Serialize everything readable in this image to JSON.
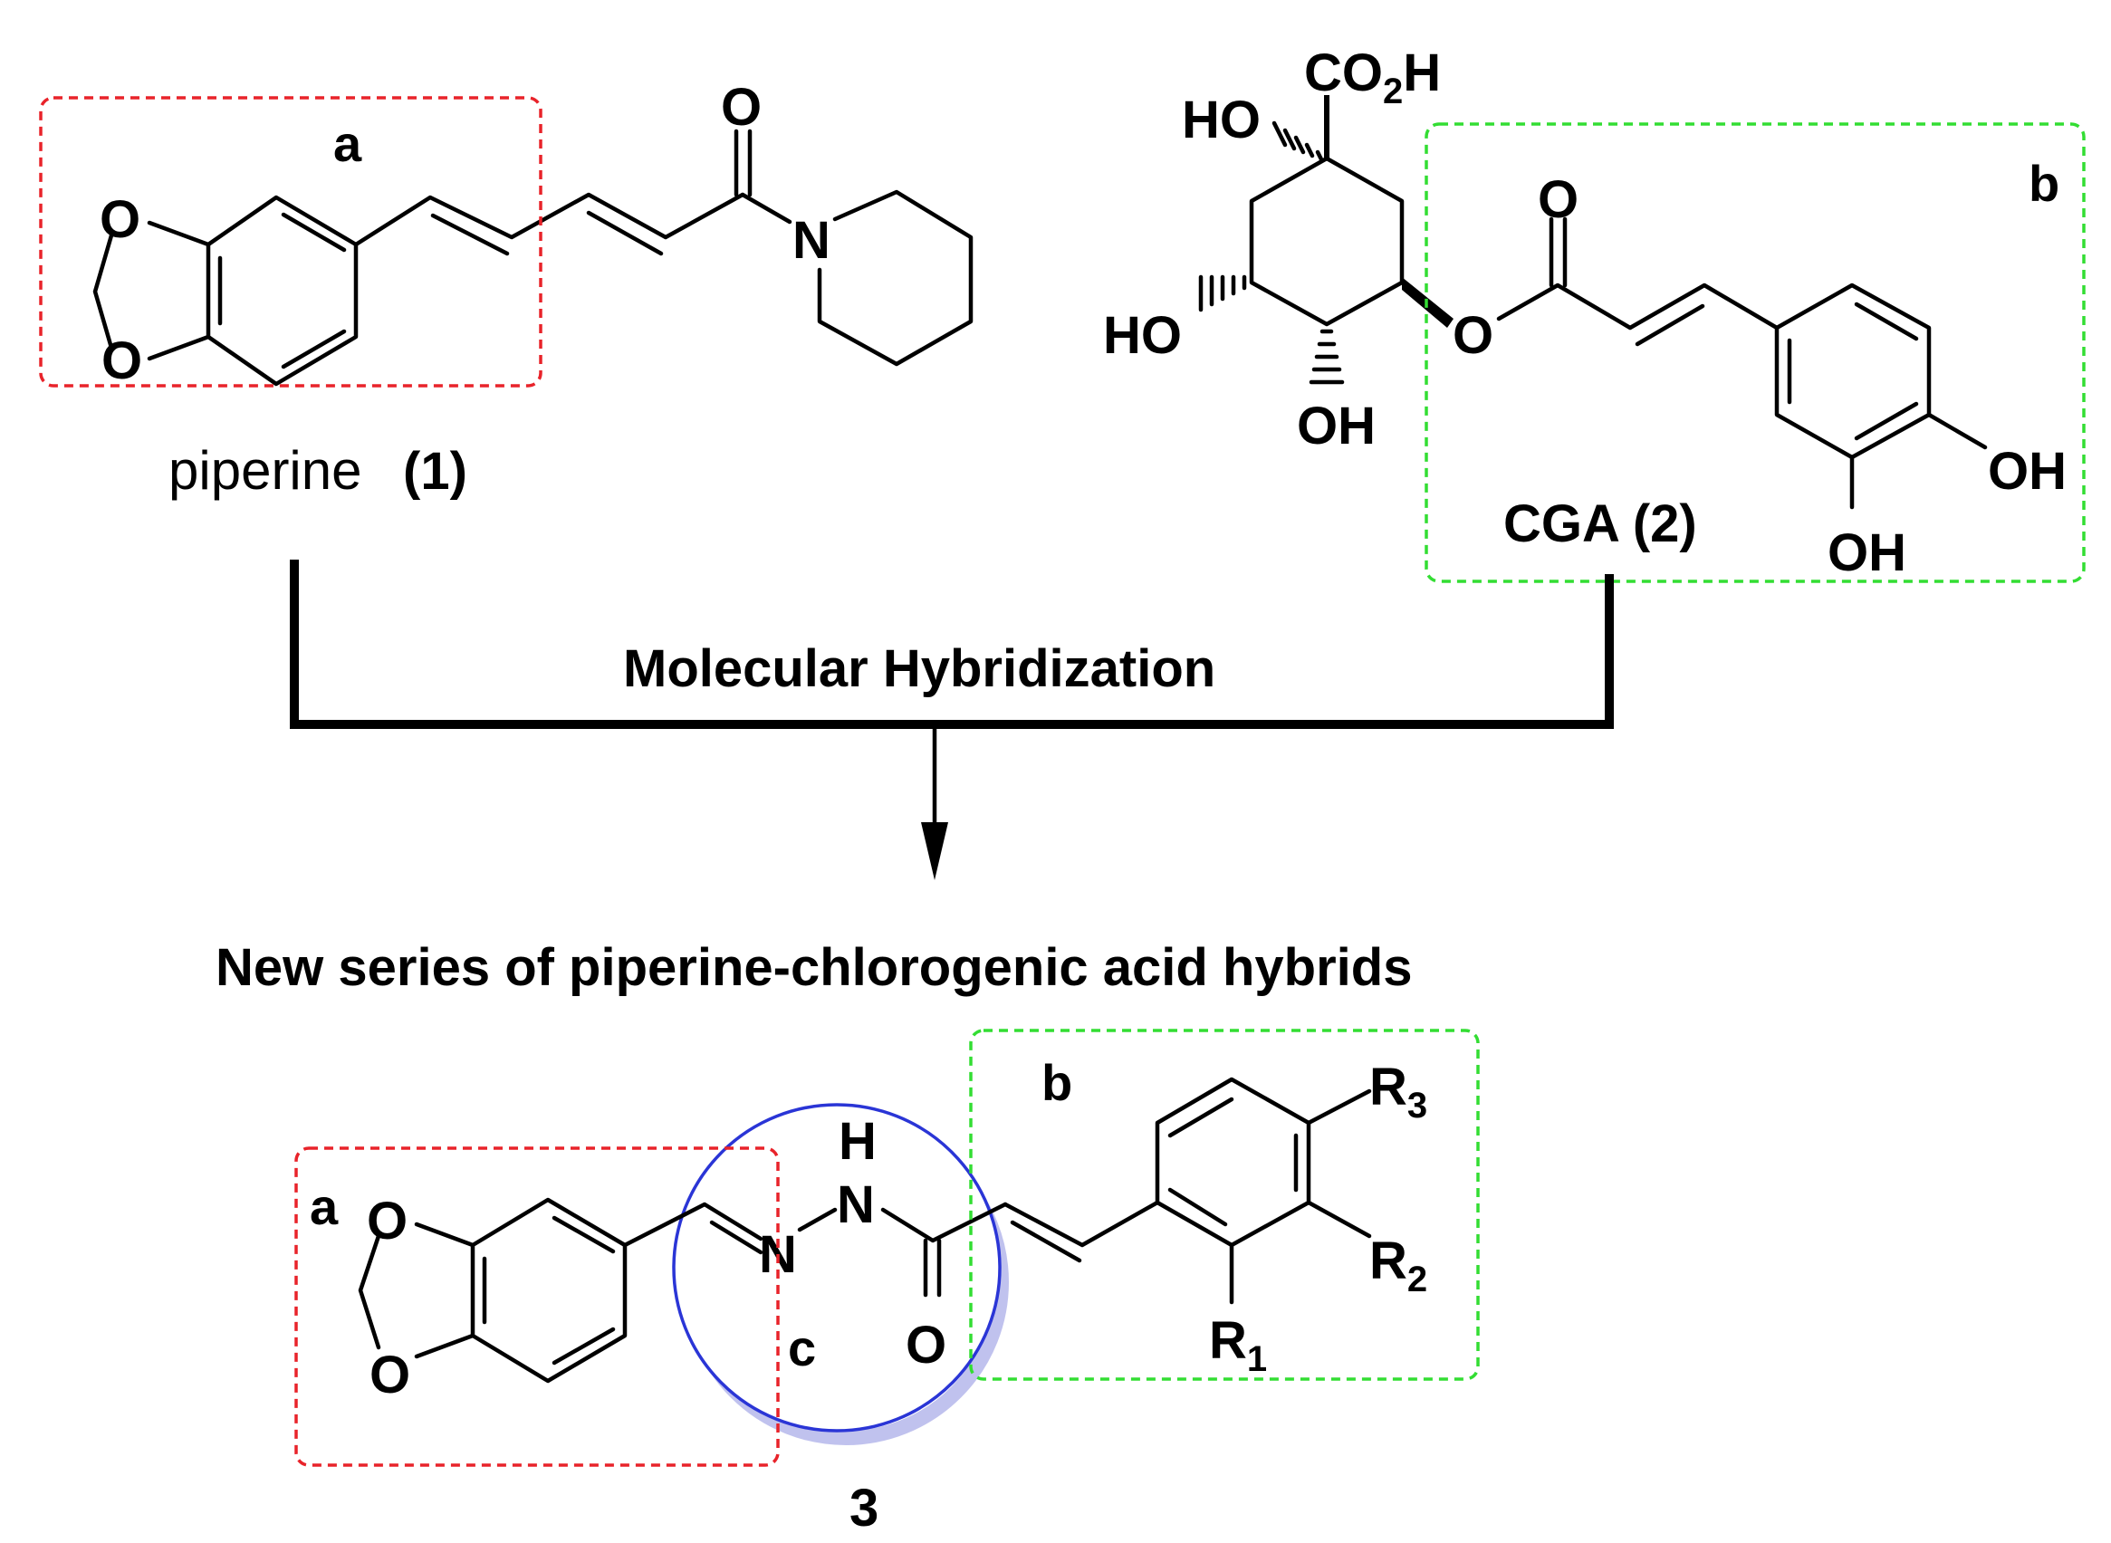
{
  "caption": {
    "piperine_name": "piperine",
    "piperine_num": "(1)",
    "cga_label": "CGA (2)",
    "hybrid_num": "3"
  },
  "process": {
    "step": "Molecular Hybridization",
    "result": "New series of piperine-chlorogenic acid hybrids"
  },
  "region_labels": {
    "a": "a",
    "b": "b",
    "c": "c"
  },
  "atoms": {
    "O": "O",
    "N": "N",
    "H": "H",
    "OH": "OH",
    "HO": "HO",
    "CO": "CO",
    "two": "2",
    "R": "R",
    "one": "1",
    "three": "3"
  },
  "colors": {
    "fragment_a_box": "#e8232a",
    "fragment_b_box": "#33dd33",
    "linker_c_circle": "#2a35d6",
    "linker_c_shadow": "#8c90e0"
  }
}
